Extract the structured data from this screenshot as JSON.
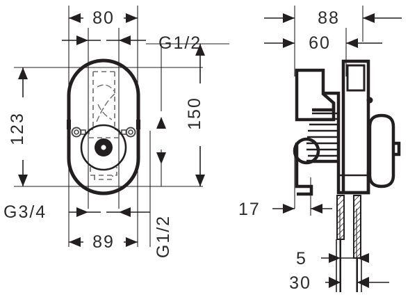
{
  "drawing": {
    "title": "Technical dimension drawing - concealed valve body",
    "background_color": "#ffffff",
    "line_color": "#231f20",
    "text_color": "#2b2b2b",
    "views": [
      {
        "name": "front-view",
        "shape": "rounded-rectangle-stadium"
      },
      {
        "name": "side-view",
        "shape": "valve-body-profile"
      }
    ]
  },
  "dimensions": {
    "front_top_width": "80",
    "front_left_height": "123",
    "front_right_height": "150",
    "front_bottom_width": "89",
    "side_top_width": "88",
    "side_inner_width": "60",
    "side_depth_17": "17",
    "side_depth_5": "5",
    "side_depth_30": "30"
  },
  "labels": {
    "thread_top_right": "G1/2",
    "thread_bottom_left": "G3/4",
    "thread_bottom_right": "G1/2"
  }
}
